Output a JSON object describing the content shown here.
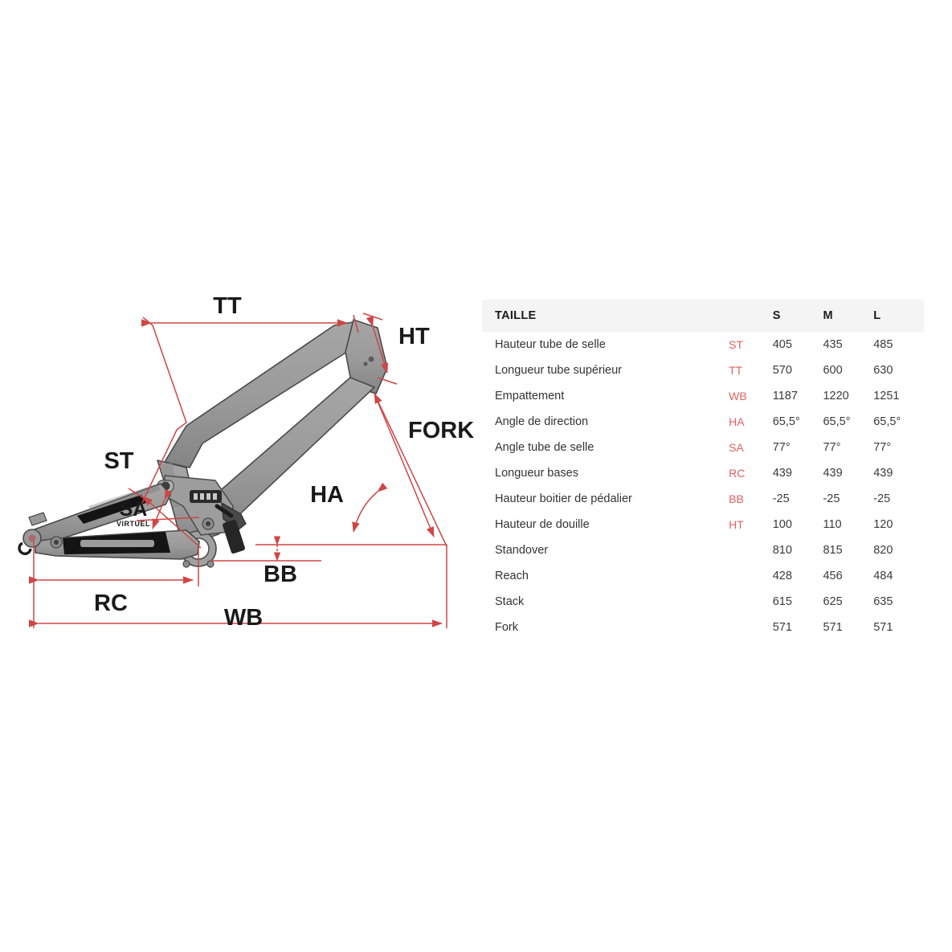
{
  "diagram": {
    "title": "bike-frame-geometry-diagram",
    "colors": {
      "dimension_line": "#d04545",
      "frame_fill": "#9a9a9a",
      "frame_stroke": "#4a4a4a",
      "frame_dark": "#1c1c1c",
      "label_text": "#1a1a1a"
    },
    "labels": {
      "tt": "TT",
      "ht": "HT",
      "fork": "FORK",
      "ha": "HA",
      "st": "ST",
      "sa": "SA",
      "sa_sub": "VIRTUEL",
      "bb": "BB",
      "rc": "RC",
      "wb": "WB"
    }
  },
  "table": {
    "columns": [
      "TAILLE",
      "",
      "S",
      "M",
      "L"
    ],
    "header": {
      "name": "TAILLE",
      "code": "",
      "s": "S",
      "m": "M",
      "l": "L"
    },
    "rows": [
      {
        "name": "Hauteur tube de selle",
        "code": "ST",
        "s": "405",
        "m": "435",
        "l": "485"
      },
      {
        "name": "Longueur tube supérieur",
        "code": "TT",
        "s": "570",
        "m": "600",
        "l": "630"
      },
      {
        "name": "Empattement",
        "code": "WB",
        "s": "1187",
        "m": "1220",
        "l": "1251"
      },
      {
        "name": "Angle de direction",
        "code": "HA",
        "s": "65,5°",
        "m": "65,5°",
        "l": "65,5°"
      },
      {
        "name": "Angle tube de selle",
        "code": "SA",
        "s": "77°",
        "m": "77°",
        "l": "77°"
      },
      {
        "name": "Longueur bases",
        "code": "RC",
        "s": "439",
        "m": "439",
        "l": "439"
      },
      {
        "name": "Hauteur boitier de pédalier",
        "code": "BB",
        "s": "-25",
        "m": "-25",
        "l": "-25"
      },
      {
        "name": "Hauteur de douille",
        "code": "HT",
        "s": "100",
        "m": "110",
        "l": "120"
      },
      {
        "name": "Standover",
        "code": "",
        "s": "810",
        "m": "815",
        "l": "820"
      },
      {
        "name": "Reach",
        "code": "",
        "s": "428",
        "m": "456",
        "l": "484"
      },
      {
        "name": "Stack",
        "code": "",
        "s": "615",
        "m": "625",
        "l": "635"
      },
      {
        "name": "Fork",
        "code": "",
        "s": "571",
        "m": "571",
        "l": "571"
      }
    ]
  }
}
